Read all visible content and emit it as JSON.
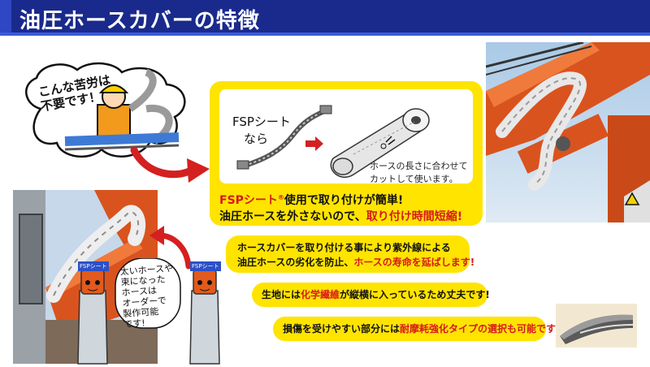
{
  "header": {
    "title": "油圧ホースカバーの特徴"
  },
  "cloud": {
    "text": "こんな苦労は\n不要です！"
  },
  "illustration": {
    "fsp_line1": "FSPシート",
    "fsp_line2": "なら",
    "cut_note_line1": "ホースの長さに合わせて",
    "cut_note_line2": "カットして使います。"
  },
  "feature_box": {
    "line1_red": "FSPシート",
    "line1_reg": "®",
    "line1_black": "使用で取り付けが簡単!",
    "line2_black": "油圧ホースを外さないので、",
    "line2_red": "取り付け時間短縮!"
  },
  "pills": {
    "p1_line1": "ホースカバーを取り付ける事により紫外線による",
    "p1_line2_black": "油圧ホースの劣化を防止、",
    "p1_line2_red": "ホースの寿命を延ばします!",
    "p2_black1": "生地には",
    "p2_red": "化学繊維",
    "p2_black2": "が縦横に入っているため丈夫です!",
    "p3_black": "損傷を受けやすい部分には",
    "p3_red": "耐摩耗強化タイプの選択も可能です!"
  },
  "characters": {
    "note": "太いホースや\n束になった\nホースは\nオーダーで\n製作可能\nです!",
    "badge1": "FSPシート",
    "badge2": "FSPシート"
  },
  "colors": {
    "title_bg": "#1a2a8c",
    "accent_yellow": "#ffe400",
    "accent_red": "#d61a1a",
    "arrow_red": "#d42020"
  }
}
